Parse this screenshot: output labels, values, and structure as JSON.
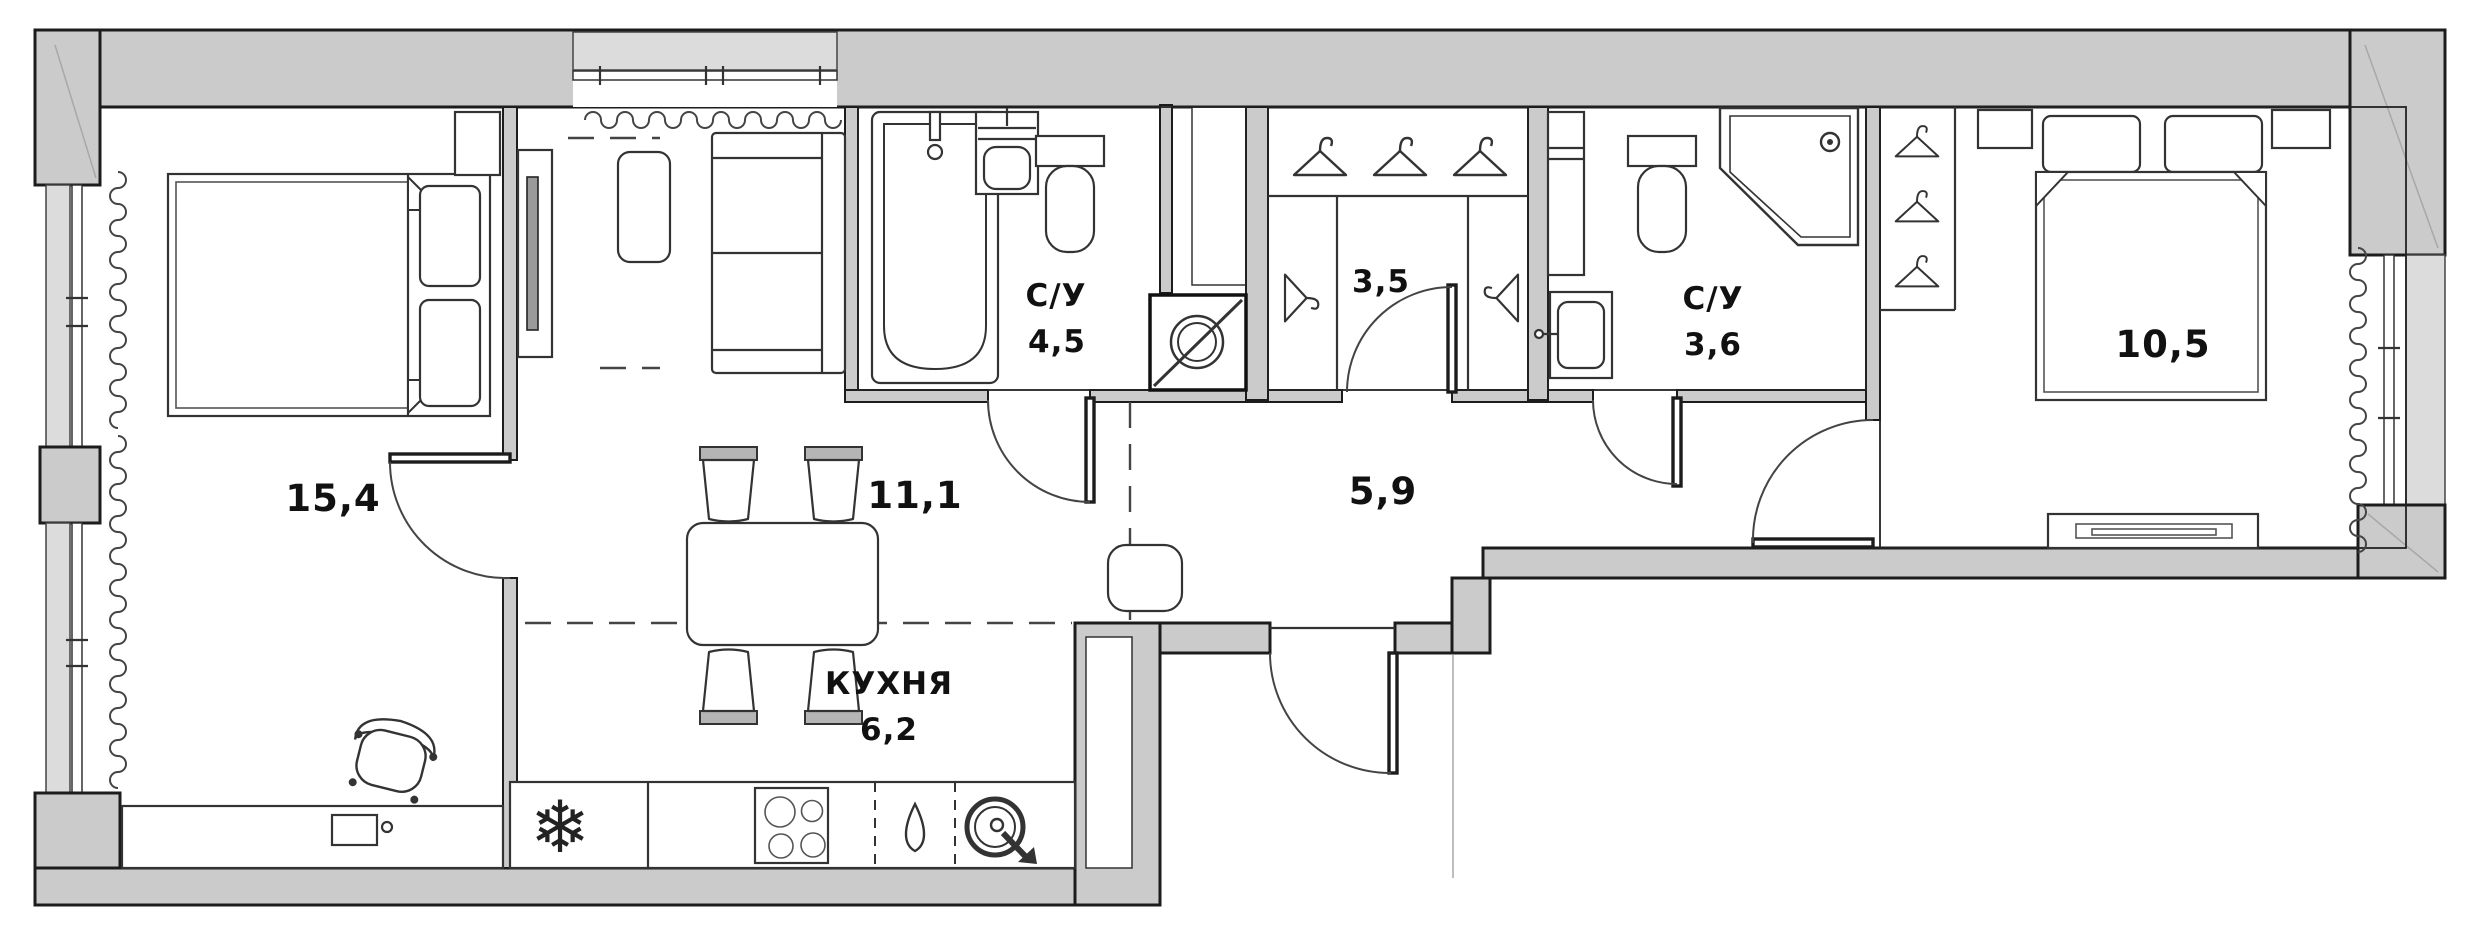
{
  "plan": {
    "type": "apartment-floor-plan",
    "rooms": [
      {
        "id": "bedroom-main",
        "label": "",
        "area": "15,4"
      },
      {
        "id": "living-room",
        "label": "",
        "area": "11,1"
      },
      {
        "id": "bathroom-1",
        "label": "С/У",
        "area": "4,5"
      },
      {
        "id": "wardrobe",
        "label": "",
        "area": "3,5"
      },
      {
        "id": "hallway",
        "label": "",
        "area": "5,9"
      },
      {
        "id": "bathroom-2",
        "label": "С/У",
        "area": "3,6"
      },
      {
        "id": "bedroom-2",
        "label": "",
        "area": "10,5"
      },
      {
        "id": "kitchen",
        "label": "КУХНЯ",
        "area": "6,2"
      }
    ],
    "icons": {
      "fridge": "❄"
    },
    "colors": {
      "wall": "#cbcbcb",
      "lines": "#1c1c1c",
      "background": "#ffffff"
    }
  }
}
